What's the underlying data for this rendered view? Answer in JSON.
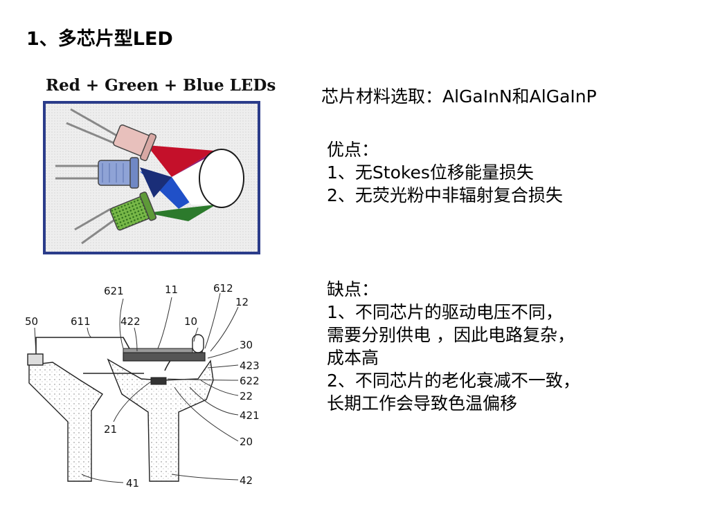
{
  "slide": {
    "title": "1、多芯片型LED",
    "figure_rgb": {
      "caption": "Red + Green + Blue LEDs"
    },
    "figure_patent": {
      "labels": [
        "621",
        "11",
        "612",
        "12",
        "50",
        "611",
        "422",
        "10",
        "30",
        "423",
        "622",
        "22",
        "421",
        "21",
        "20",
        "41",
        "42"
      ]
    },
    "material": "芯片材料选取：AlGaInN和AlGaInP",
    "pros": {
      "heading": "优点：",
      "items": [
        "1、无Stokes位移能量损失",
        "2、无荧光粉中非辐射复合损失"
      ]
    },
    "cons": {
      "heading": "缺点：",
      "lines": [
        "1、不同芯片的驱动电压不同，",
        "需要分别供电 ，因此电路复杂，",
        "成本高",
        "2、不同芯片的老化衰减不一致，",
        "长期工作会导致色温偏移"
      ]
    }
  },
  "colors": {
    "red_led": "#e8c0bc",
    "blue_led": "#8fa3d6",
    "green_led": "#78b848",
    "red_beam": "#c4102a",
    "green_beam": "#2c7a2c",
    "blue_beam": "#2050c8",
    "frame": "#2b3c8a",
    "panel": "#eeeeee"
  }
}
